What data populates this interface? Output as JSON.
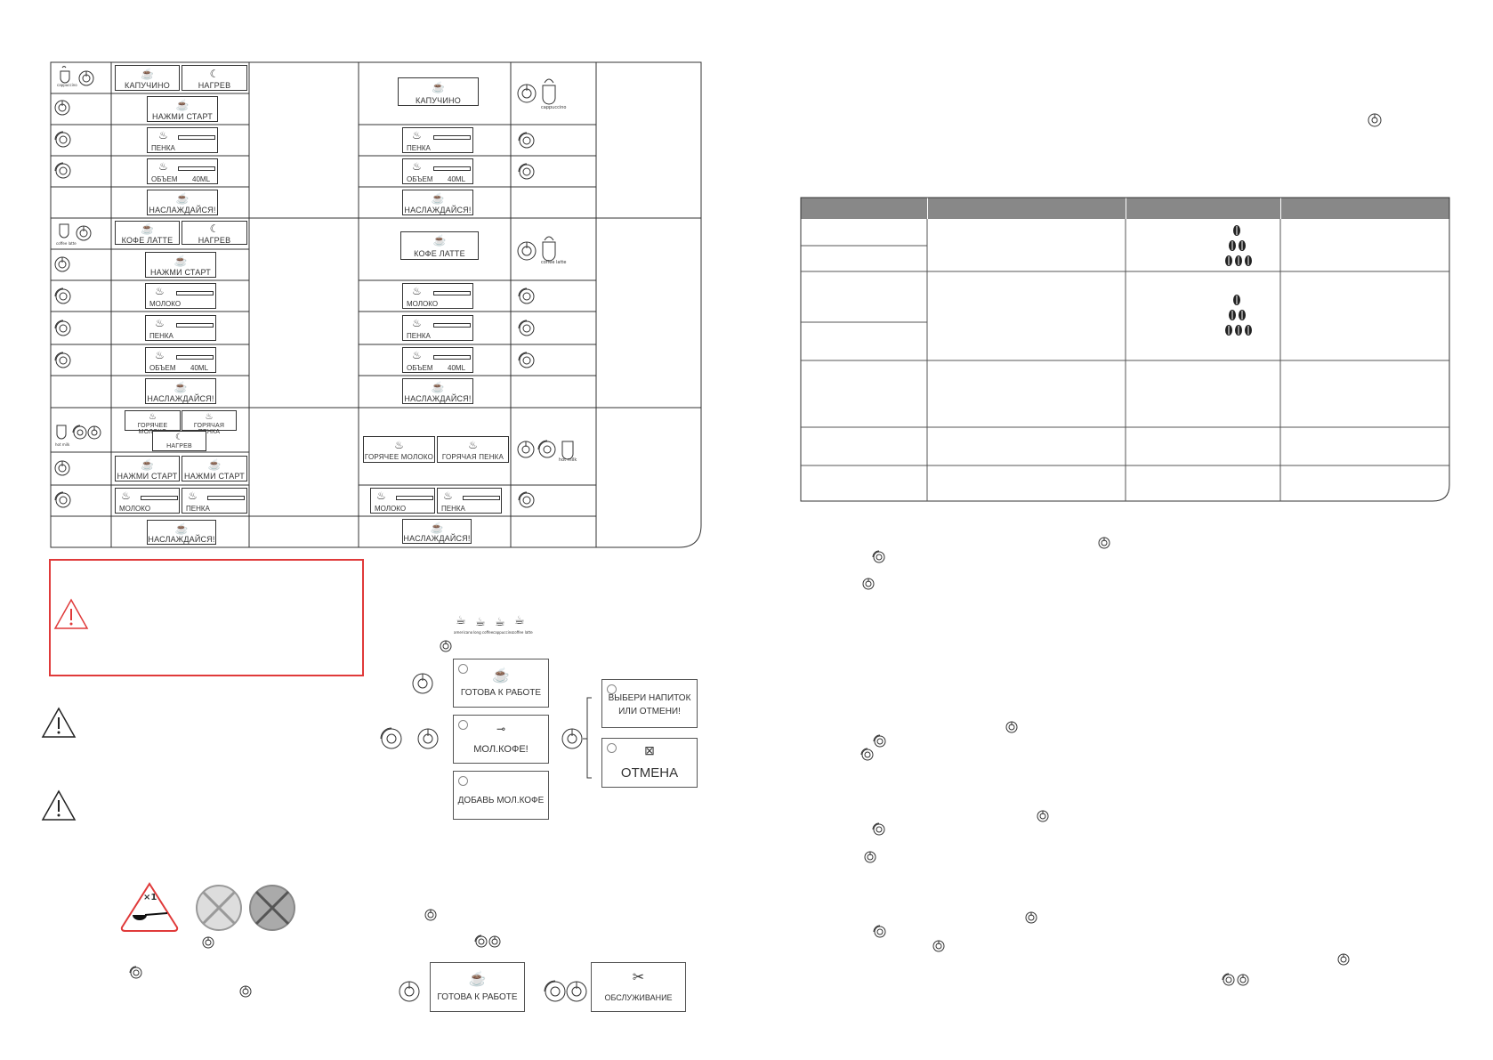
{
  "table1": {
    "cappuccino": {
      "label_small": "cappuccino",
      "rows": [
        "КАПУЧИНО",
        "НАГРЕВ",
        "НАЖМИ СТАРТ",
        "ПЕНКА",
        "ОБЪЕМ",
        "40ML",
        "НАСЛАЖДАЙСЯ!"
      ],
      "right": [
        "КАПУЧИНО",
        "ПЕНКА",
        "ОБЪЕМ",
        "40ML",
        "НАСЛАЖДАЙСЯ!"
      ],
      "right_label": "cappuccino"
    },
    "latte": {
      "label_small": "coffee latte",
      "rows": [
        "КОФЕ ЛАТТЕ",
        "НАГРЕВ",
        "НАЖМИ СТАРТ",
        "МОЛОКО",
        "ПЕНКА",
        "ОБЪЕМ",
        "40ML",
        "НАСЛАЖДАЙСЯ!"
      ],
      "right": [
        "КОФЕ ЛАТТЕ",
        "МОЛОКО",
        "ПЕНКА",
        "ОБЪЕМ",
        "40ML",
        "НАСЛАЖДАЙСЯ!"
      ],
      "right_label": "coffee latte"
    },
    "hotmilk": {
      "label_small": "hot milk",
      "rows": [
        "ГОРЯЧЕЕ МОЛОКО",
        "ГОРЯЧАЯ ПЕНКА",
        "НАГРЕВ",
        "НАЖМИ СТАРТ",
        "НАЖМИ СТАРТ",
        "МОЛОКО",
        "ПЕНКА",
        "НАСЛАЖДАЙСЯ!"
      ],
      "right": [
        "ГОРЯЧЕЕ МОЛОКО",
        "ГОРЯЧАЯ ПЕНКА",
        "МОЛОКО",
        "ПЕНКА",
        "НАСЛАЖДАЙСЯ!"
      ],
      "right_label": "hot milk"
    }
  },
  "drink_icons": [
    "americano",
    "long coffee",
    "cappuccino",
    "coffee latte"
  ],
  "screens": {
    "ready": "ГОТОВА К РАБОТЕ",
    "ground": "МОЛ.КОФЕ!",
    "add_ground": "ДОБАВЬ МОЛ.КОФЕ",
    "choose_1": "ВЫБЕРИ НАПИТОК",
    "choose_2": "ИЛИ ОТМЕНИ!",
    "cancel": "ОТМЕНА",
    "ready2": "ГОТОВА К РАБОТЕ",
    "service": "ОБСЛУЖИВАНИЕ"
  },
  "scoop_label": "×1"
}
